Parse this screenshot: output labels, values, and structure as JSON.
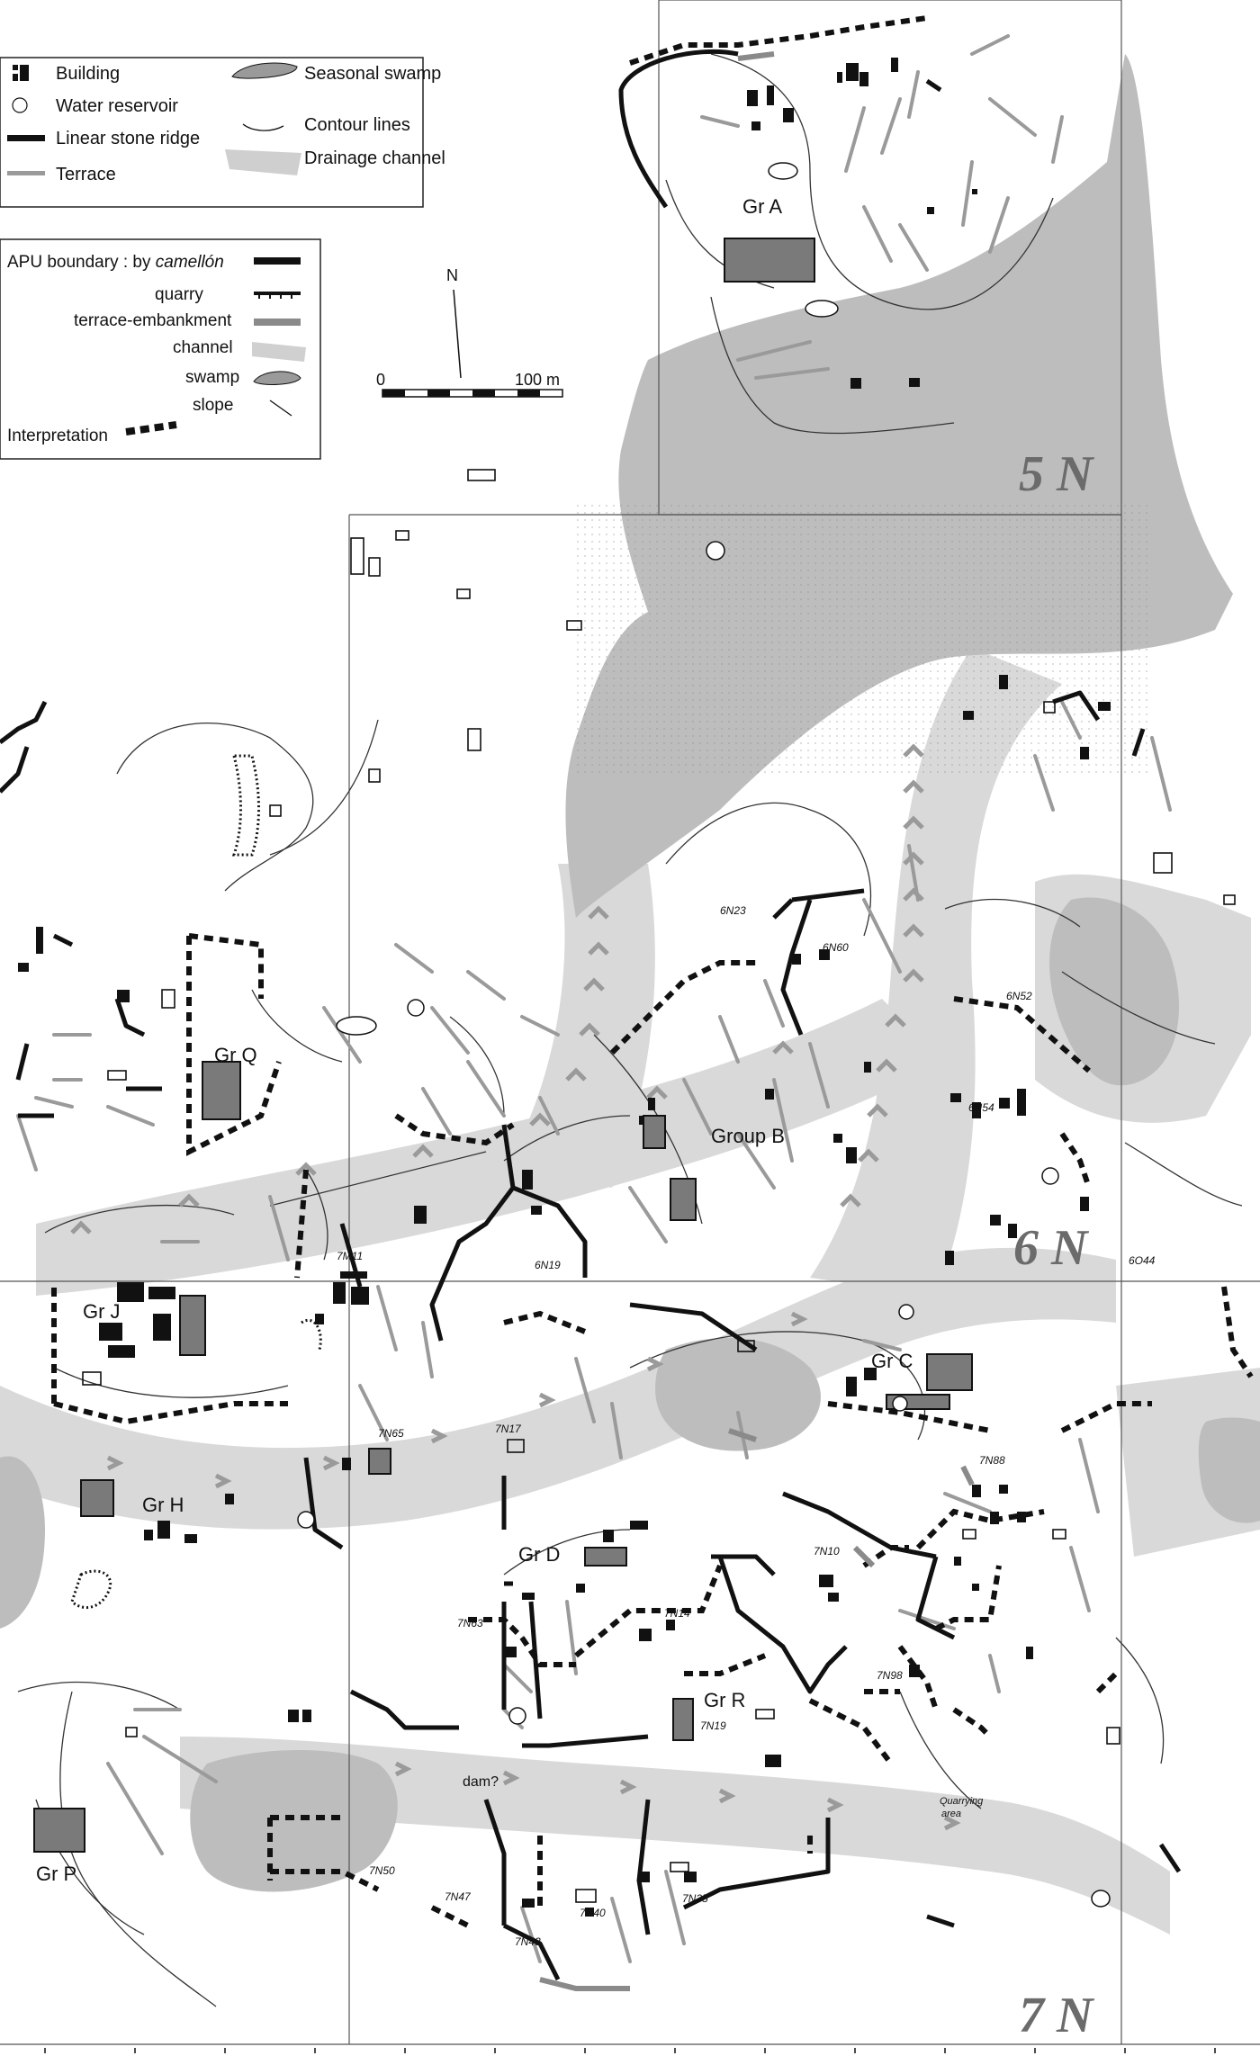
{
  "legend_top": {
    "items": [
      {
        "label": "Building"
      },
      {
        "label": "Water reservoir"
      },
      {
        "label": "Linear stone ridge"
      },
      {
        "label": "Terrace"
      },
      {
        "label": "Seasonal swamp"
      },
      {
        "label": "Contour lines"
      },
      {
        "label": "Drainage channel"
      }
    ]
  },
  "legend_apu": {
    "title_prefix": "APU boundary : by ",
    "title_italic": "camellón",
    "items": [
      {
        "label": "quarry"
      },
      {
        "label": "terrace-embankment"
      },
      {
        "label": "channel"
      },
      {
        "label": "swamp"
      },
      {
        "label": "slope"
      },
      {
        "label": "Interpretation"
      }
    ]
  },
  "scale": {
    "north": "N",
    "zero": "0",
    "max": "100 m"
  },
  "sheets": {
    "n5": "5 N",
    "n6": "6 N",
    "n7": "7 N"
  },
  "groups": {
    "gr_a": "Gr A",
    "group_b": "Group B",
    "gr_c": "Gr C",
    "gr_d": "Gr D",
    "gr_h": "Gr H",
    "gr_j": "Gr J",
    "gr_p": "Gr P",
    "gr_q": "Gr Q",
    "gr_r": "Gr R"
  },
  "units": {
    "u6n23": "6N23",
    "u6n60": "6N60",
    "u6n52": "6N52",
    "u6n54": "6N54",
    "u6n19": "6N19",
    "u6o44": "6O44",
    "u7m11": "7M11",
    "u7n65": "7N65",
    "u7n17": "7N17",
    "u7n88": "7N88",
    "u7n10": "7N10",
    "u7n14": "7N14",
    "u7n63": "7N63",
    "u7n19": "7N19",
    "u7n98": "7N98",
    "u7n50": "7N50",
    "u7n47": "7N47",
    "u7n40": "7N40",
    "u7n35": "7N35",
    "u7n43": "7N43"
  },
  "annotations": {
    "dam": "dam?",
    "quarry_line1": "Quarrying",
    "quarry_line2": "area"
  }
}
